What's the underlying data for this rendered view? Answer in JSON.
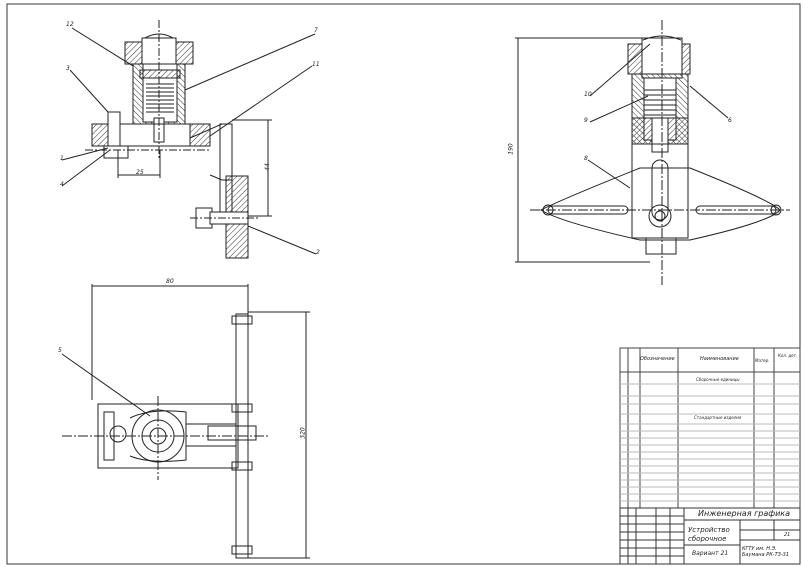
{
  "callouts": {
    "front": {
      "c12": "12",
      "c7": "7",
      "c3": "3",
      "c11": "11",
      "c1": "1",
      "c4": "4",
      "c2": "2"
    },
    "side": {
      "c10": "10",
      "c9": "9",
      "c6": "6",
      "c8": "8"
    },
    "plan": {
      "c5": "5"
    }
  },
  "dimensions": {
    "d25": "25",
    "d44": "44",
    "d190": "190",
    "d80": "80",
    "d320": "320"
  },
  "spec": {
    "col_designation": "Обозначение",
    "col_name": "Наименование",
    "col_material": "Матер.",
    "col_qty": "Кол. дет.",
    "section_assembly": "Сборочные единицы",
    "section_standard": "Стандартные изделия"
  },
  "title_block": {
    "subject": "Инженерная графика",
    "drawing_name": "Устройство сборочное",
    "variant": "Вариант 21",
    "sheet_num": "21",
    "org": "КГТУ им. Н.Э. Баумана РК-ТЗ-31"
  }
}
